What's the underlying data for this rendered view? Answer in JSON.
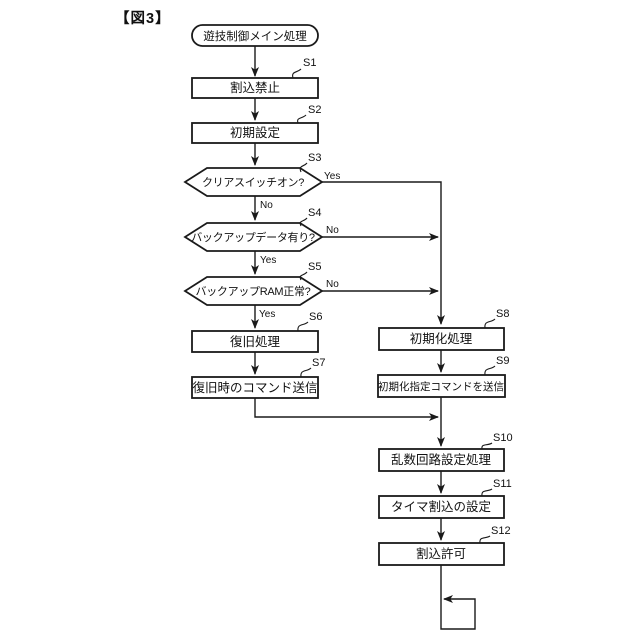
{
  "figure": {
    "label": "【図3】"
  },
  "flowchart": {
    "start": {
      "label": "遊技制御メイン処理"
    },
    "steps": {
      "s1": {
        "tag": "S1",
        "label": "割込禁止"
      },
      "s2": {
        "tag": "S2",
        "label": "初期設定"
      },
      "s3": {
        "tag": "S3",
        "label": "クリアスイッチオン?",
        "yes": "Yes",
        "no": "No"
      },
      "s4": {
        "tag": "S4",
        "label": "バックアップデータ有り?",
        "yes": "Yes",
        "no": "No"
      },
      "s5": {
        "tag": "S5",
        "label": "バックアップRAM正常?",
        "yes": "Yes",
        "no": "No"
      },
      "s6": {
        "tag": "S6",
        "label": "復旧処理"
      },
      "s7": {
        "tag": "S7",
        "label": "復旧時のコマンド送信"
      },
      "s8": {
        "tag": "S8",
        "label": "初期化処理"
      },
      "s9": {
        "tag": "S9",
        "label": "初期化指定コマンドを送信"
      },
      "s10": {
        "tag": "S10",
        "label": "乱数回路設定処理"
      },
      "s11": {
        "tag": "S11",
        "label": "タイマ割込の設定"
      },
      "s12": {
        "tag": "S12",
        "label": "割込許可"
      }
    },
    "edges": [
      {
        "from": "start",
        "to": "S1"
      },
      {
        "from": "S1",
        "to": "S2"
      },
      {
        "from": "S2",
        "to": "S3"
      },
      {
        "from": "S3",
        "to": "S8",
        "label": "Yes"
      },
      {
        "from": "S3",
        "to": "S4",
        "label": "No"
      },
      {
        "from": "S4",
        "to": "S8",
        "label": "No"
      },
      {
        "from": "S4",
        "to": "S5",
        "label": "Yes"
      },
      {
        "from": "S5",
        "to": "S8",
        "label": "No"
      },
      {
        "from": "S5",
        "to": "S6",
        "label": "Yes"
      },
      {
        "from": "S6",
        "to": "S7"
      },
      {
        "from": "S7",
        "to": "S10"
      },
      {
        "from": "S8",
        "to": "S9"
      },
      {
        "from": "S9",
        "to": "S10"
      },
      {
        "from": "S10",
        "to": "S11"
      },
      {
        "from": "S11",
        "to": "S12"
      },
      {
        "from": "S12",
        "to": "main-loop"
      }
    ],
    "line_color": "#1a1a1a",
    "background_color": "#ffffff"
  }
}
